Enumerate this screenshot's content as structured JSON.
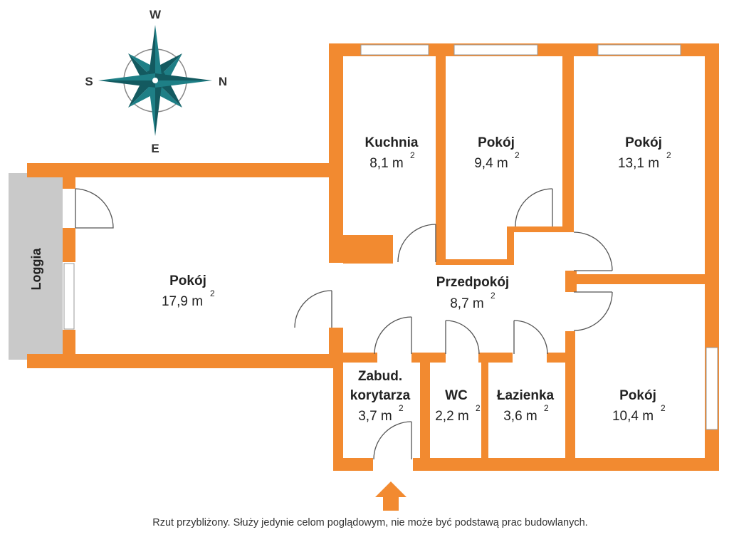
{
  "compass": {
    "top": "W",
    "right": "N",
    "bottom": "E",
    "left": "S"
  },
  "colors": {
    "wall": "#F28A30",
    "compass_teal": "#1E7F86",
    "loggia": "#C9C9C9"
  },
  "loggia": {
    "label": "Loggia"
  },
  "rooms": {
    "kuchnia": {
      "name": "Kuchnia",
      "area": "8,1 m",
      "sup": "2"
    },
    "pokoj_9_4": {
      "name": "Pokój",
      "area": "9,4 m",
      "sup": "2"
    },
    "pokoj_13_1": {
      "name": "Pokój",
      "area": "13,1 m",
      "sup": "2"
    },
    "pokoj_17_9": {
      "name": "Pokój",
      "area": "17,9 m",
      "sup": "2"
    },
    "przedpokoj": {
      "name": "Przedpokój",
      "area": "8,7 m",
      "sup": "2"
    },
    "zabudowa": {
      "name_line1": "Zabud.",
      "name_line2": "korytarza",
      "area": "3,7 m",
      "sup": "2"
    },
    "wc": {
      "name": "WC",
      "area": "2,2 m",
      "sup": "2"
    },
    "lazienka": {
      "name": "Łazienka",
      "area": "3,6 m",
      "sup": "2"
    },
    "pokoj_10_4": {
      "name": "Pokój",
      "area": "10,4 m",
      "sup": "2"
    }
  },
  "entrance_icon": "arrow-up-icon",
  "disclaimer": "Rzut przybliżony. Służy jedynie celom poglądowym, nie może być podstawą prac budowlanych."
}
